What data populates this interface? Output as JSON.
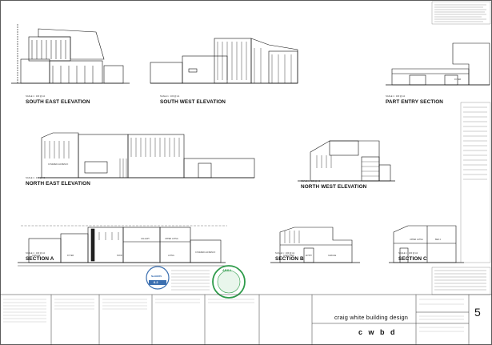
{
  "drawing": {
    "views": [
      {
        "id": "south-east",
        "title": "SOUTH EAST ELEVATION",
        "scale": "SCALE 1 : 100 @ A1"
      },
      {
        "id": "south-west",
        "title": "SOUTH WEST ELEVATION",
        "scale": "SCALE 1 : 100 @ A1"
      },
      {
        "id": "part-entry",
        "title": "PART ENTRY SECTION",
        "scale": "SCALE 1 : 100 @ A1"
      },
      {
        "id": "north-east",
        "title": "NORTH EAST ELEVATION",
        "scale": "SCALE 1 : 100 @ A1"
      },
      {
        "id": "north-west",
        "title": "NORTH WEST ELEVATION",
        "scale": "SCALE 1 : 100 @ A1"
      },
      {
        "id": "section-a",
        "title": "SECTION A",
        "scale": "SCALE 1 : 100 @ A1"
      },
      {
        "id": "section-b",
        "title": "SECTION B",
        "scale": "SCALE 1 : 100 @ A1"
      },
      {
        "id": "section-c",
        "title": "SECTION C",
        "scale": "SCALE 1 : 100 @ A1"
      }
    ],
    "room_labels": {
      "garage_a": "GARAGE",
      "foyer_a": "FOYER",
      "nook": "NOOK",
      "gallery": "GALLERY",
      "living": "LIVING",
      "upper_living": "UPPER LIVING",
      "covered_alfresco": "COVERED ALFRESCO",
      "guest_bed": "GUEST BED",
      "entry": "ENTRY",
      "garage_b": "GARAGE",
      "upper_living_c": "UPPER LIVING",
      "bed": "BED 2",
      "foyer_entry": "FOYER",
      "covered": "COVERED ALFRESCO"
    }
  },
  "badges": {
    "nathers": "NatHERS",
    "stars": "6.2",
    "absa": "ABSA"
  },
  "title_block": {
    "firm": "craig white building design",
    "logo": "c w b d",
    "sheet_number": "5"
  }
}
